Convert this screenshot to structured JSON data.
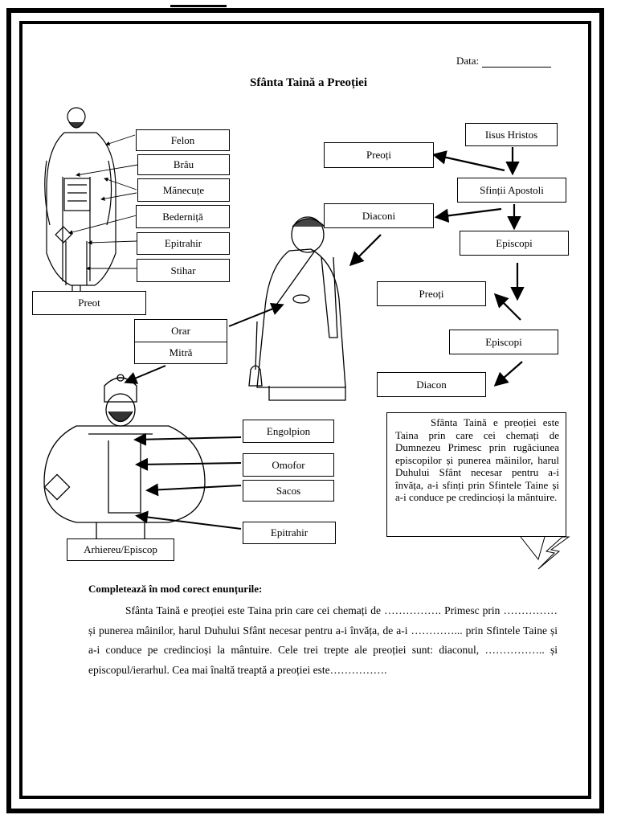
{
  "header": {
    "date_label": "Data:",
    "title": "Sfânta Taină a Preoției"
  },
  "priest_vestments": [
    "Felon",
    "Brâu",
    "Mănecuțe",
    "Bederniță",
    "Epitrahir",
    "Stihar"
  ],
  "priest_label": "Preot",
  "deacon_vestments": [
    "Orar",
    "Mitră"
  ],
  "bishop_vestments": [
    "Engolpion",
    "Omofor",
    "Sacos",
    "Epitrahir"
  ],
  "bishop_label": "Arhiereu/Episcop",
  "hierarchy": {
    "jesus": "Iisus Hristos",
    "apostles": "Sfinții Apostoli",
    "priests_1": "Preoți",
    "deacons": "Diaconi",
    "bishops_1": "Episcopi",
    "priests_2": "Preoți",
    "bishops_2": "Episcopi",
    "deacon": "Diacon"
  },
  "note": "Sfânta Taină e preoției este Taina prin care cei chemați de Dumnezeu Primesc prin rugăciunea episcopilor și punerea mâinilor, harul Duhului Sfânt necesar pentru a-i învăța, a-i sfinți prin Sfintele Taine și a-i conduce pe credincioși la mântuire.",
  "exercise": {
    "heading": "Completează în mod corect enunțurile:",
    "text": "Sfânta Taină e preoției este Taina prin care cei chemați de ……………. Primesc prin …………… și punerea mâinilor, harul Duhului Sfânt necesar pentru a-i învăța, de a-i …………... prin Sfintele Taine și a-i conduce pe credincioși la mântuire. Cele trei trepte ale preoției sunt: diaconul, …………….. și episcopul/ierarhul. Cea mai înaltă treaptă a preoției este……………."
  }
}
